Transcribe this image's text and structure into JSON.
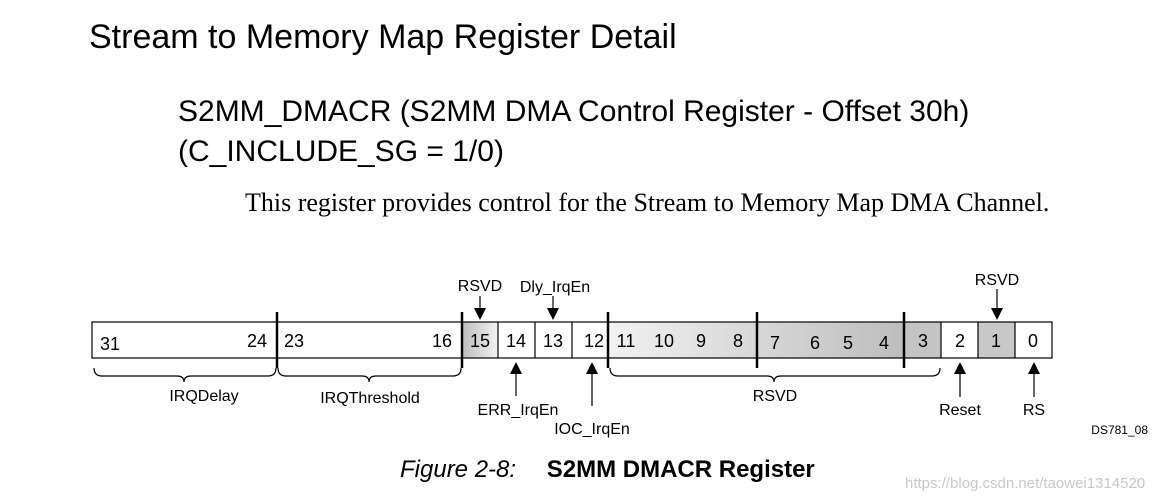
{
  "page": {
    "section_title": "Stream to Memory Map Register Detail",
    "register_heading_line1": "S2MM_DMACR (S2MM DMA Control Register - Offset 30h)",
    "register_heading_line2": "(C_INCLUDE_SG = 1/0)",
    "description": "This register provides control for the Stream to Memory Map DMA Channel."
  },
  "register": {
    "bit_labels": [
      "31",
      "24",
      "23",
      "16",
      "15",
      "14",
      "13",
      "12",
      "11",
      "10",
      "9",
      "8",
      "7",
      "6",
      "5",
      "4",
      "3",
      "2",
      "1",
      "0"
    ],
    "fields": [
      {
        "name": "IRQDelay",
        "bits": "31-24"
      },
      {
        "name": "IRQThreshold",
        "bits": "23-16"
      },
      {
        "name": "RSVD",
        "bits": "15"
      },
      {
        "name": "Dly_IrqEn",
        "bits": "13"
      },
      {
        "name": "ERR_IrqEn",
        "bits": "14"
      },
      {
        "name": "IOC_IrqEn",
        "bits": "12"
      },
      {
        "name": "RSVD",
        "bits": "11-3"
      },
      {
        "name": "Reset",
        "bits": "2"
      },
      {
        "name": "RSVD",
        "bits": "1"
      },
      {
        "name": "RS",
        "bits": "0"
      }
    ],
    "shaded_color": "#c8c8c8",
    "figure_id": "DS781_08"
  },
  "caption": {
    "number": "Figure 2-8:",
    "title": "S2MM DMACR Register"
  },
  "watermark": "https://blog.csdn.net/taowei1314520"
}
